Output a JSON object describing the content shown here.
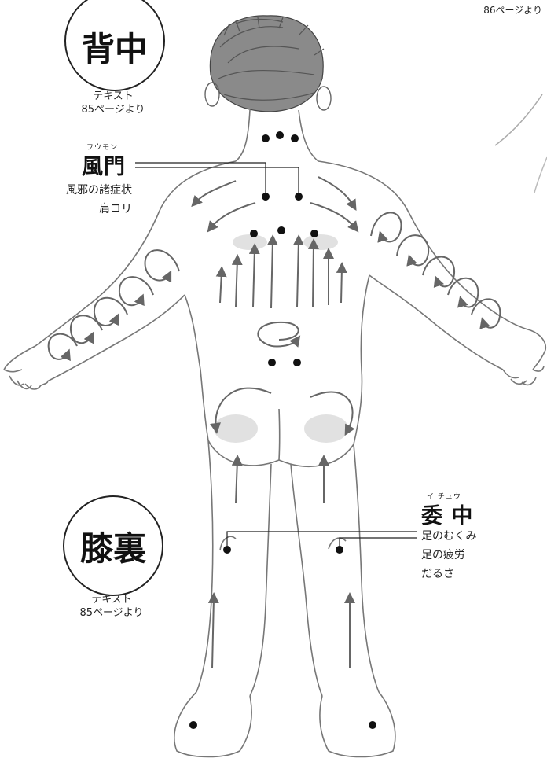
{
  "corner_ref": "86ページより",
  "back_badge": {
    "title": "背中",
    "ref_line1": "テキスト",
    "ref_line2": "85ページより"
  },
  "knee_badge": {
    "title": "膝裏",
    "ref_line1": "テキスト",
    "ref_line2": "85ページより"
  },
  "fumon": {
    "furigana": "フウモン",
    "name": "風門",
    "symptoms": [
      "風邪の諸症状",
      "肩コリ"
    ]
  },
  "ichu": {
    "furigana": "イ チュウ",
    "name": "委 中",
    "symptoms": [
      "足のむくみ",
      "足の疲労",
      "だるさ"
    ]
  }
}
